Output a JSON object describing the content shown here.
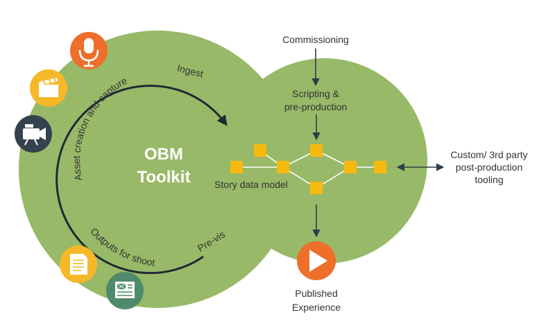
{
  "toolkit": {
    "title_line1": "OBM",
    "title_line2": "Toolkit"
  },
  "labels": {
    "ingest": "Ingest",
    "asset_creation": "Asset creation and capture",
    "outputs_for_shoot": "Outputs for shoot",
    "pre_vis": "Pre-vis",
    "commissioning": "Commissioning",
    "scripting_line1": "Scripting &",
    "scripting_line2": "pre-production",
    "story_data_model": "Story data model",
    "custom_line1": "Custom/ 3rd party",
    "custom_line2": "post-production",
    "custom_line3": "tooling",
    "published_line1": "Published",
    "published_line2": "Experience"
  },
  "icons": {
    "microphone": "microphone-icon",
    "clapperboard": "clapperboard-icon",
    "camera": "video-camera-icon",
    "script": "document-icon",
    "storyboard": "newsletter-icon",
    "play": "play-icon"
  },
  "colors": {
    "circle_green": "#98b968",
    "orange": "#ee6e2a",
    "yellow": "#f5b829",
    "dark_navy": "#36414f",
    "teal_green": "#4e8a6b",
    "node_yellow": "#f8b90e",
    "arrow_dark": "#2f3a4a"
  }
}
